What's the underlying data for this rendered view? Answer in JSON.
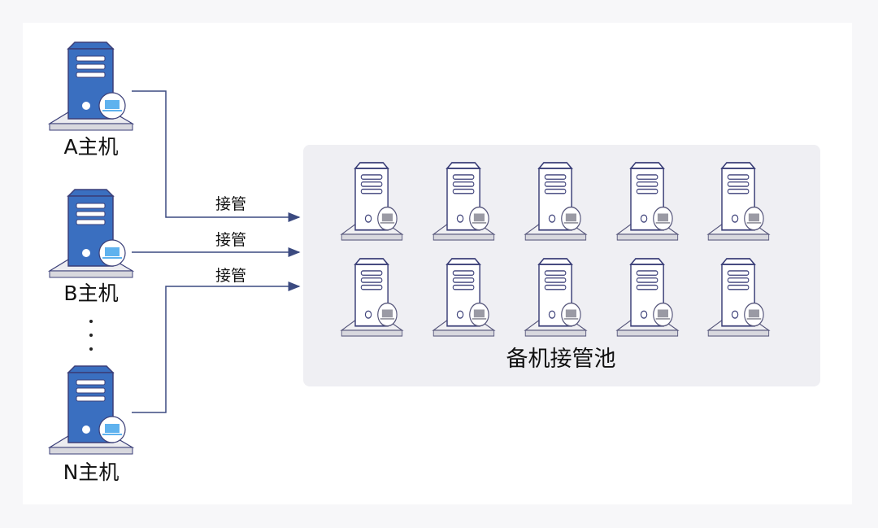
{
  "hosts": [
    {
      "label": "A主机"
    },
    {
      "label": "B主机"
    },
    {
      "label": "N主机"
    }
  ],
  "ellipsis": "⋮",
  "arrows": [
    {
      "label": "接管"
    },
    {
      "label": "接管"
    },
    {
      "label": "接管"
    }
  ],
  "pool": {
    "label": "备机接管池",
    "server_count": 10
  },
  "colors": {
    "primary_server": "#3a6fc0",
    "standby_server": "#ffffff",
    "line": "#3b4a80",
    "pool_bg": "#efeff3"
  }
}
